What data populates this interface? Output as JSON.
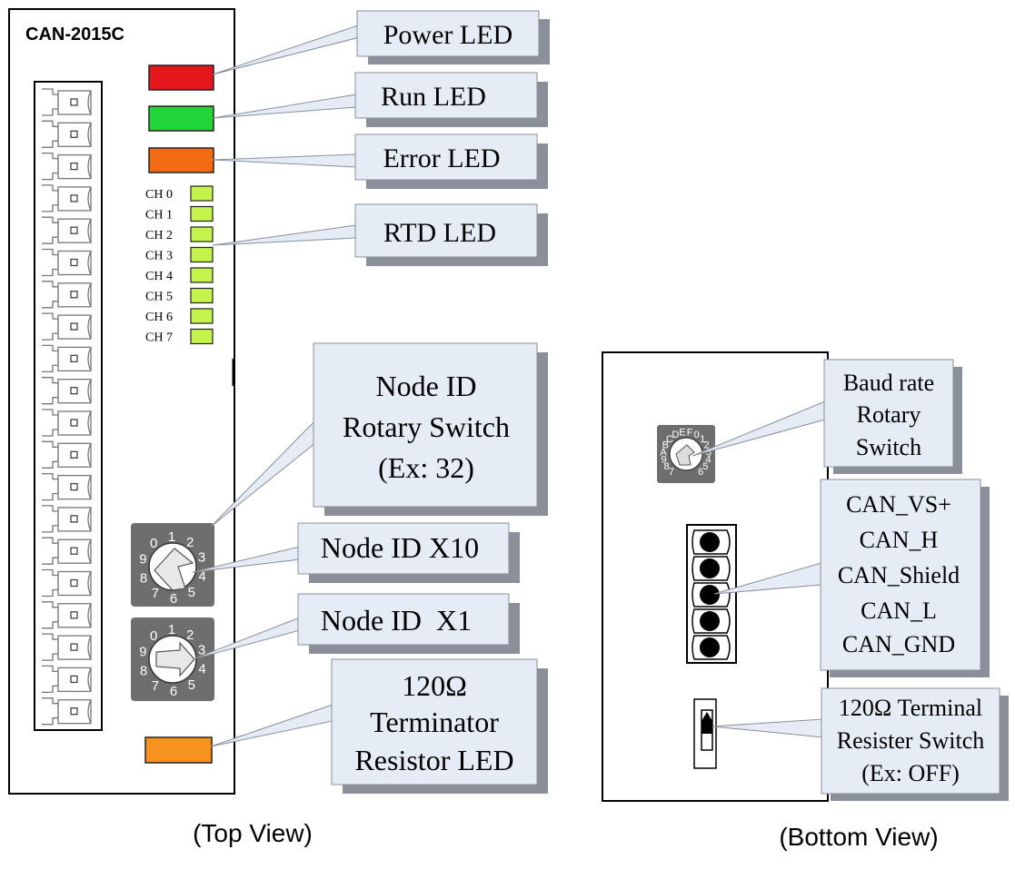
{
  "top_view": {
    "model": "CAN-2015C",
    "channels": [
      "CH 0",
      "CH 1",
      "CH 2",
      "CH 3",
      "CH 4",
      "CH 5",
      "CH 6",
      "CH 7"
    ],
    "node_id_digits": [
      "0",
      "1",
      "2",
      "3",
      "4",
      "5",
      "6",
      "7",
      "8",
      "9"
    ],
    "callouts": {
      "power_led": "Power LED",
      "run_led": "Run LED",
      "error_led": "Error LED",
      "rtd_led": "RTD LED",
      "node_id_rotary": [
        "Node ID",
        "Rotary Switch",
        "(Ex: 32)"
      ],
      "node_id_x10": "Node ID X10",
      "node_id_x1": "Node ID  X1",
      "terminator_led": [
        "120Ω",
        "Terminator",
        "Resistor LED"
      ]
    },
    "caption": "(Top View)"
  },
  "bottom_view": {
    "baud_dial_chars": "789ABCDEF0123456",
    "callouts": {
      "baud_rotary": [
        "Baud rate",
        "Rotary",
        "Switch"
      ],
      "can_pins": [
        "CAN_VS+",
        "CAN_H",
        "CAN_Shield",
        "CAN_L",
        "CAN_GND"
      ],
      "terminal_switch": [
        "120Ω Terminal",
        "Resister Switch",
        "(Ex: OFF)"
      ]
    },
    "caption": "(Bottom View)"
  },
  "colors": {
    "power_led": "#e3171c",
    "run_led": "#22d63a",
    "error_led": "#f26a12",
    "rtd_led": "#c4f34c",
    "terminator_led": "#f6921d",
    "callout_fill": "#e6ecf6",
    "callout_shadow": "#8a8f99",
    "rotary_fill": "#6e6e6e"
  }
}
